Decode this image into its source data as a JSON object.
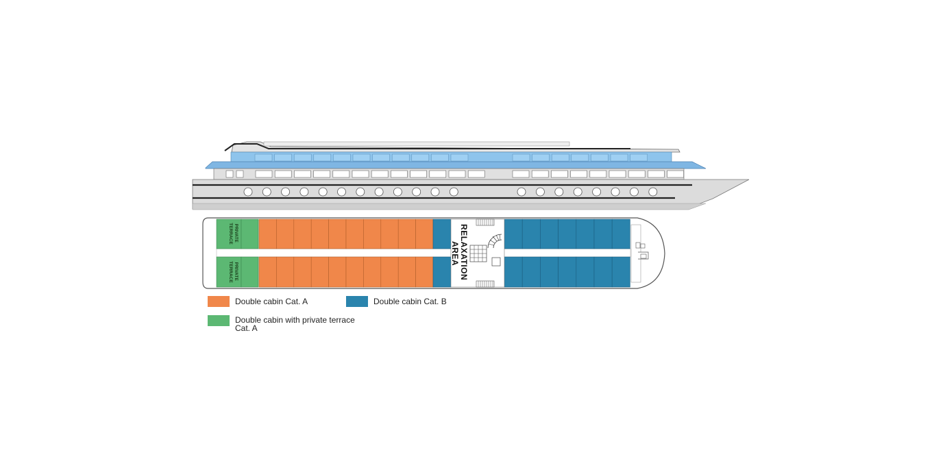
{
  "colors": {
    "cat_a": "#f0874a",
    "cat_b": "#2a84ad",
    "terrace": "#5cb873",
    "glass": "#9fd0f3",
    "hull": "#d8d8d8",
    "outline": "#555555"
  },
  "deck_labels": {
    "relaxation": [
      "RELAXATION",
      "AREA"
    ],
    "terrace_top": [
      "PRIVATE",
      "TERRACE"
    ],
    "terrace_bottom": [
      "PRIVATE",
      "TERRACE"
    ]
  },
  "legend": [
    {
      "key": "cat_a",
      "label": "Double cabin Cat. A"
    },
    {
      "key": "cat_b",
      "label": "Double cabin Cat. B"
    },
    {
      "key": "terrace",
      "label": "Double cabin with private terrace",
      "label2": "Cat. A"
    }
  ],
  "icons": {
    "stairs": "spiral-stairs-icon",
    "elevator": "elevator-icon",
    "wheelhouse": "wheelhouse-icon"
  }
}
